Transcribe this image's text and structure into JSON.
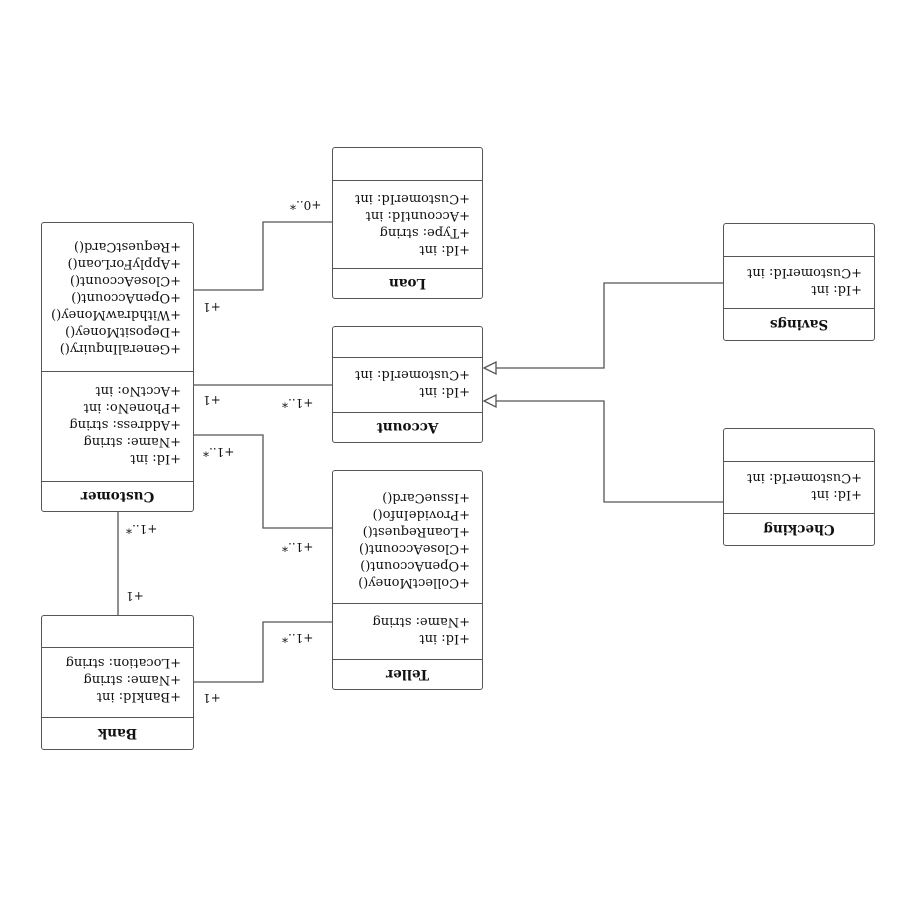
{
  "classes": {
    "customer": {
      "name": "Customer",
      "attributes": [
        "+Id: int",
        "+Name: string",
        "+Address: string",
        "+PhoneNo: int",
        "+AcctNo: int"
      ],
      "operations": [
        "+GeneralInquiry()",
        "+DepositMoney()",
        "+WithdrawMoney()",
        "+OpenAccount()",
        "+CloseAccount()",
        "+ApplyForLoan()",
        "+RequestCard()"
      ]
    },
    "bank": {
      "name": "Bank",
      "attributes": [
        "+BankId: int",
        "+Name: string",
        "+Location: string"
      ],
      "operations": []
    },
    "loan": {
      "name": "Loan",
      "attributes": [
        "+Id: int",
        "+Type: string",
        "+AccountId: int",
        "+CustomerId: int"
      ],
      "operations": []
    },
    "account": {
      "name": "Account",
      "attributes": [
        "+Id: int",
        "+CustomerId: int"
      ],
      "operations": []
    },
    "teller": {
      "name": "Teller",
      "attributes": [
        "+Id: int",
        "+Name: string"
      ],
      "operations": [
        "+CollectMoney()",
        "+OpenAccount()",
        "+CloseAccount()",
        "+LoanRequest()",
        "+ProvideInfo()",
        "+IssueCard()"
      ]
    },
    "savings": {
      "name": "Savings",
      "attributes": [
        "+Id: int",
        "+CustomerId: int"
      ],
      "operations": []
    },
    "checking": {
      "name": "Checking",
      "attributes": [
        "+Id: int",
        "+CustomerId: int"
      ],
      "operations": []
    }
  },
  "multiplicities": {
    "customer_loan_customer": "+1",
    "customer_loan_loan": "+0..*",
    "customer_account_customer": "+1",
    "customer_account_account": "+1..*",
    "customer_teller_customer": "+1..*",
    "customer_teller_teller": "+1..*",
    "customer_bank_customer": "+1..*",
    "customer_bank_bank": "+1",
    "bank_teller_bank": "+1",
    "bank_teller_teller": "+1..*"
  }
}
